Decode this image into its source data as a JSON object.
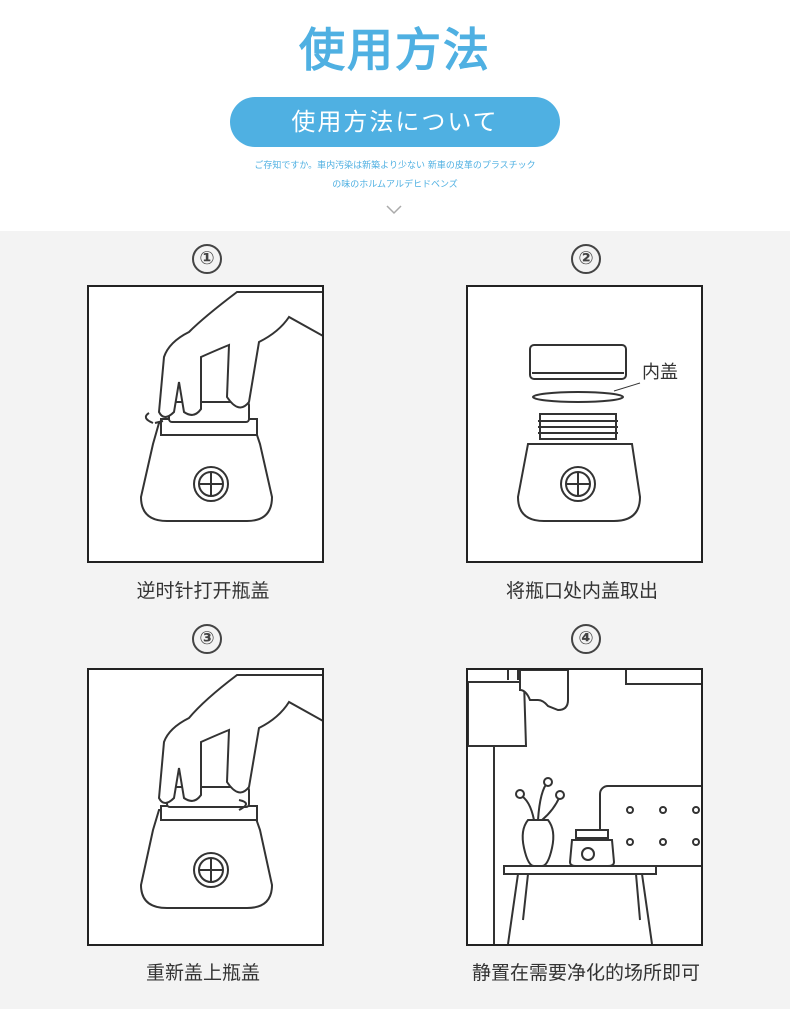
{
  "header": {
    "title": "使用方法",
    "pill_label": "使用方法について",
    "subtitle_line1": "ご存知ですか。車内汚染は新築より少ない 新車の皮革のプラスチック",
    "subtitle_line2": "の味のホルムアルデヒドベンズ"
  },
  "steps": [
    {
      "number": "①",
      "caption": "逆时针打开瓶盖"
    },
    {
      "number": "②",
      "caption": "将瓶口处内盖取出",
      "callout": "内盖"
    },
    {
      "number": "③",
      "caption": "重新盖上瓶盖"
    },
    {
      "number": "④",
      "caption": "静置在需要净化的场所即可"
    }
  ],
  "icons": {
    "chevron": "chevron-down-icon"
  },
  "colors": {
    "accent": "#4fb0e2",
    "background": "#f3f3f3",
    "line": "#333333"
  }
}
